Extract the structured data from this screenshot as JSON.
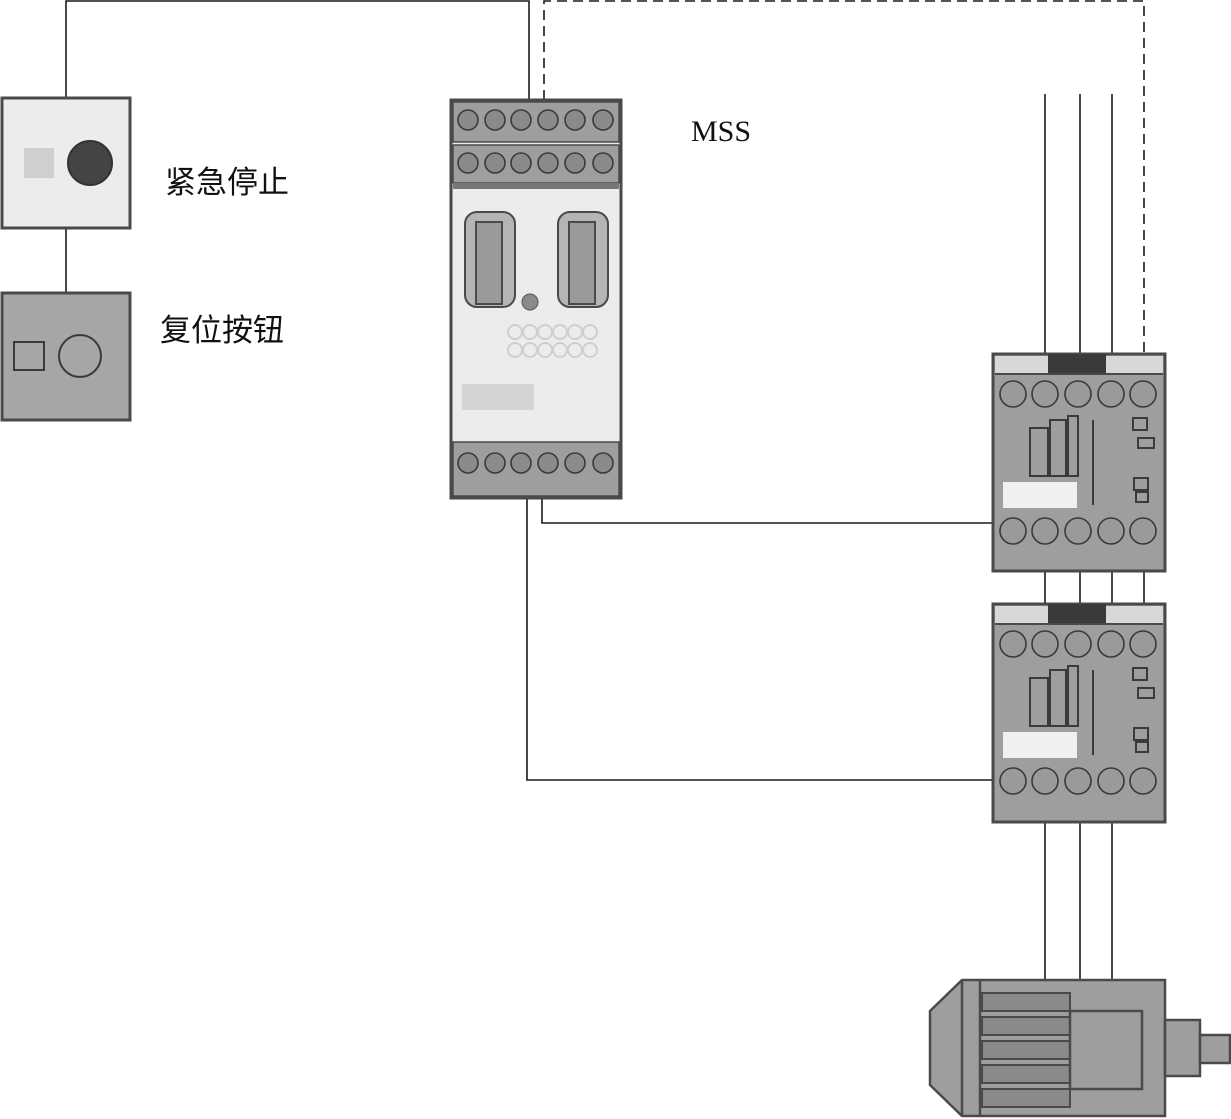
{
  "labels": {
    "emergency_stop": "紧急停止",
    "reset_button": "复位按钮",
    "mss": "MSS"
  },
  "colors": {
    "wire": "#1a1a1a",
    "device_body": "#9e9e9e",
    "device_light": "#ececec",
    "device_edge": "#4a4a4a",
    "terminal_fill": "#8a8a8a",
    "estop_knob": "#444444"
  },
  "components": {
    "emergency_stop_icon": "emergency-stop-button",
    "reset_icon": "reset-push-button",
    "safety_relay_icon": "safety-relay-module",
    "contactor_icon": "contactor",
    "motor_icon": "electric-motor"
  }
}
